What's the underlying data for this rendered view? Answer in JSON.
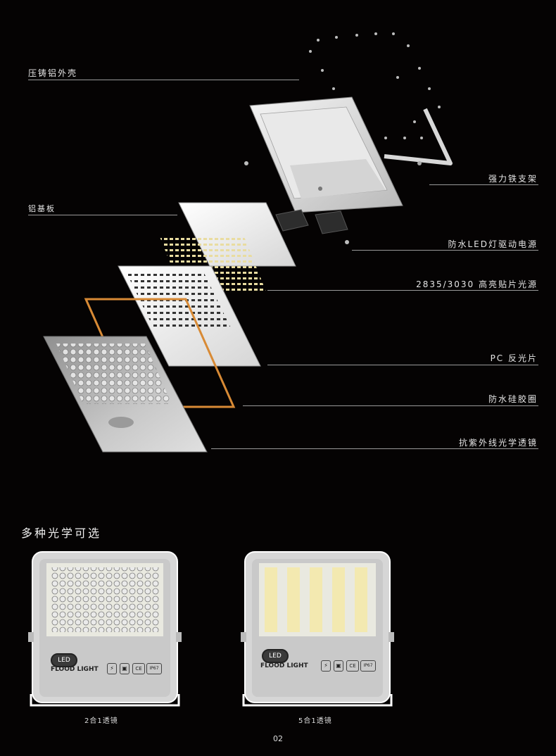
{
  "labels": {
    "housing": "压铸铝外壳",
    "bracket": "强力铁支架",
    "aluminum_board": "铝基板",
    "driver": "防水LED灯驱动电源",
    "smd": "2835/3030 高亮贴片光源",
    "reflector": "PC 反光片",
    "gasket": "防水硅胶圈",
    "lens": "抗紫外线光学透镜"
  },
  "section_title": "多种光学可选",
  "products": [
    {
      "caption": "2合1透镜",
      "logo": "LED",
      "name": "FLOOD LIGHT",
      "ip": "IP67",
      "ce": "CE"
    },
    {
      "caption": "5合1透镜",
      "logo": "LED",
      "name": "FLOOD LIGHT",
      "ip": "IP67",
      "ce": "CE"
    }
  ],
  "page_number": "02",
  "colors": {
    "background": "#050303",
    "gasket": "#d88a35",
    "text": "#e6e6e6"
  }
}
